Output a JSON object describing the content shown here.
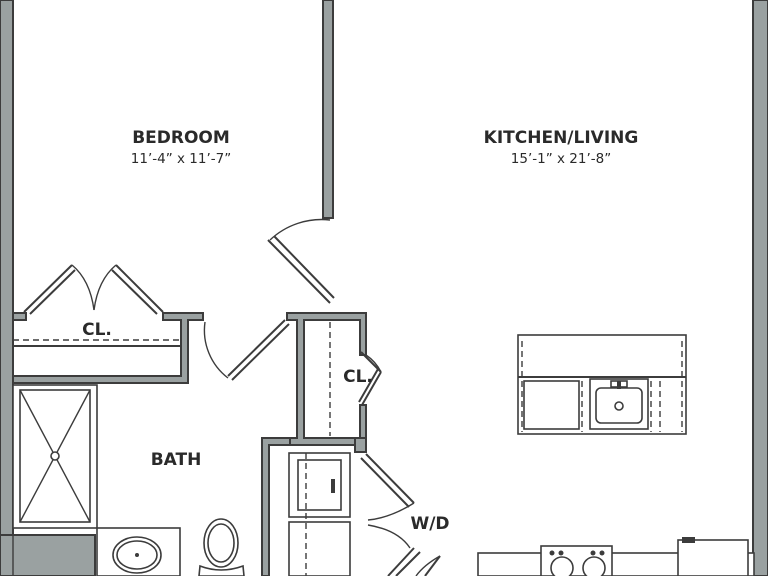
{
  "rooms": {
    "bedroom": {
      "name": "BEDROOM",
      "dims": "11’-4” x 11’-7”"
    },
    "kitchen_living": {
      "name": "KITCHEN/LIVING",
      "dims": "15’-1” x 21’-8”"
    },
    "bath": {
      "name": "BATH"
    },
    "closet_bedroom": {
      "name": "CL."
    },
    "closet_hall": {
      "name": "CL."
    },
    "laundry": {
      "name": "W/D"
    }
  },
  "colors": {
    "wall_fill": "#9aa1a1",
    "line": "#3c3c3c",
    "background": "#ffffff"
  }
}
